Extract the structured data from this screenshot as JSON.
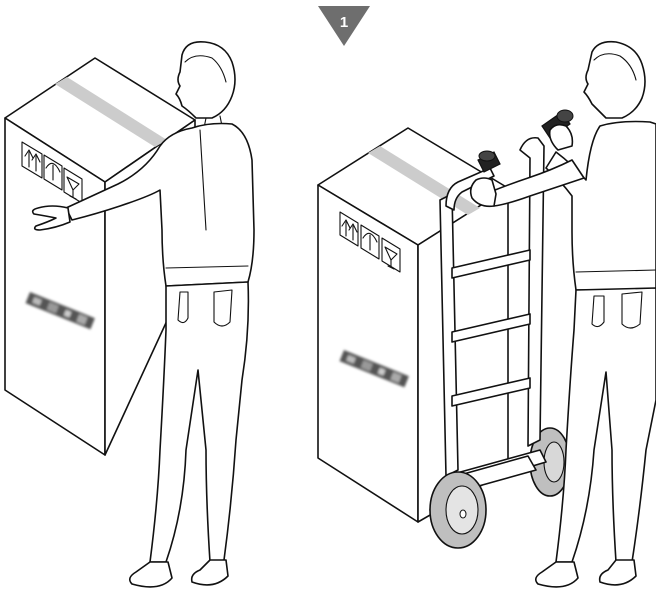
{
  "step": {
    "number": "1",
    "badge_color": "#6e6e6e"
  },
  "left_panel": {
    "box": {
      "tape_color": "#cccccc",
      "handling_symbols": [
        "up-arrows-icon",
        "umbrella-icon",
        "fragile-glass-icon"
      ],
      "logo": "blurred-brand-logo"
    },
    "person": "worker-standing-pointing"
  },
  "right_panel": {
    "box": {
      "tape_color": "#cccccc",
      "handling_symbols": [
        "up-arrows-icon",
        "umbrella-icon",
        "fragile-glass-icon"
      ],
      "logo": "blurred-brand-logo"
    },
    "hand_truck": {
      "frame_color": "#ffffff",
      "wheel_color": "#bfbfbf",
      "grip_color": "#222222"
    },
    "person": "worker-holding-hand-truck"
  }
}
